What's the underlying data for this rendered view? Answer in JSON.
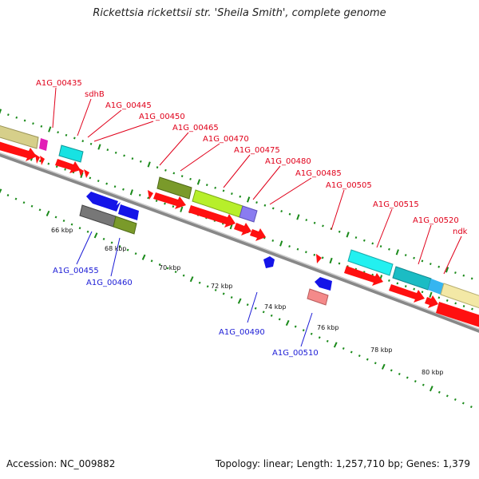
{
  "title": "Rickettsia rickettsii str. 'Sheila Smith', complete genome",
  "accession": "Accession: NC_009882",
  "footer": "Topology: linear; Length: 1,257,710 bp; Genes: 1,379",
  "colors": {
    "cds_arrow": "#ff0000",
    "forward_label": "#e0001a",
    "reverse_label": "#1b1bd6",
    "backbone": "#8a8a8a",
    "tick": "#1a8a1a"
  },
  "kbp_labels": [
    "66 kbp",
    "68 kbp",
    "70 kbp",
    "72 kbp",
    "74 kbp",
    "76 kbp",
    "78 kbp",
    "80 kbp"
  ],
  "forward_labels": [
    "A1G_00435",
    "sdhB",
    "A1G_00445",
    "A1G_00450",
    "A1G_00465",
    "A1G_00470",
    "A1G_00475",
    "A1G_00480",
    "A1G_00485",
    "A1G_00505",
    "A1G_00515",
    "A1G_00520",
    "ndk"
  ],
  "reverse_labels": [
    "A1G_00455",
    "A1G_00460",
    "A1G_00490",
    "A1G_00510"
  ],
  "feature_color_names": [
    "khaki",
    "magenta",
    "cyan",
    "olive",
    "yellow-green",
    "slate-blue",
    "dark-cyan",
    "light-yellow",
    "grey",
    "pink",
    "blue"
  ]
}
